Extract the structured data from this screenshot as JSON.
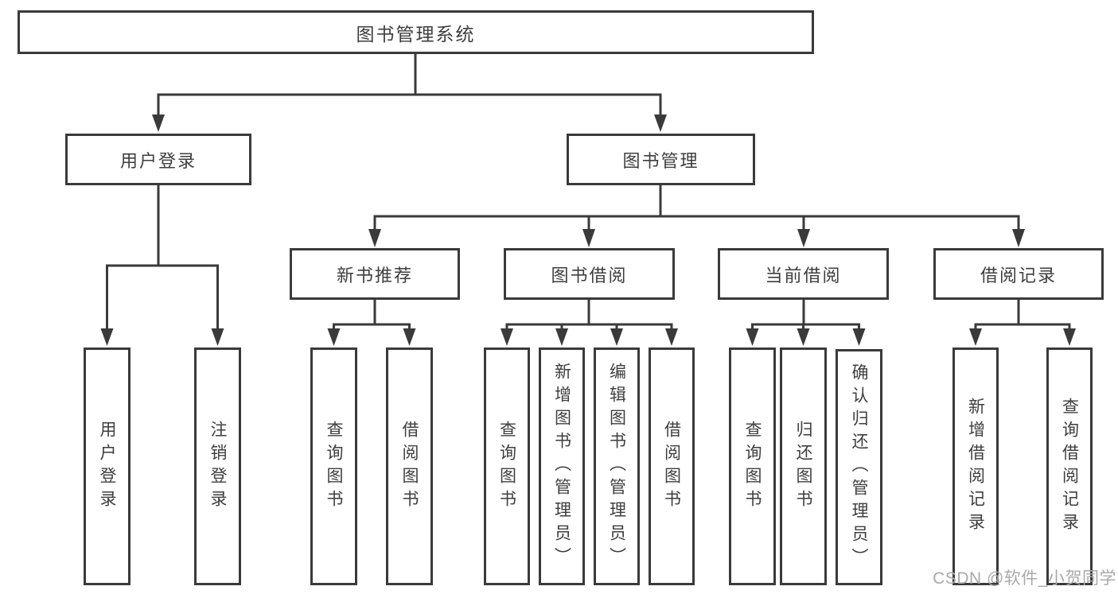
{
  "diagram": {
    "root": {
      "label": "图书管理系统",
      "children": [
        {
          "label": "用户登录",
          "children": [
            {
              "label": "用户登录"
            },
            {
              "label": "注销登录"
            }
          ]
        },
        {
          "label": "图书管理",
          "children": [
            {
              "label": "新书推荐",
              "children": [
                {
                  "label": "查询图书"
                },
                {
                  "label": "借阅图书"
                }
              ]
            },
            {
              "label": "图书借阅",
              "children": [
                {
                  "label": "查询图书"
                },
                {
                  "label": "新增图书（管理员）"
                },
                {
                  "label": "编辑图书（管理员）"
                },
                {
                  "label": "借阅图书"
                }
              ]
            },
            {
              "label": "当前借阅",
              "children": [
                {
                  "label": "查询图书"
                },
                {
                  "label": "归还图书"
                },
                {
                  "label": "确认归还（管理员）"
                }
              ]
            },
            {
              "label": "借阅记录",
              "children": [
                {
                  "label": "新增借阅记录"
                },
                {
                  "label": "查询借阅记录"
                }
              ]
            }
          ]
        }
      ]
    }
  },
  "watermark": {
    "text": "CSDN @软件_小贺同学"
  },
  "colors": {
    "line": "#3a3a3a",
    "box_border": "#3a3a3a",
    "text": "#3e3e3e",
    "watermark": "#a9a9a9",
    "background": "#ffffff"
  }
}
